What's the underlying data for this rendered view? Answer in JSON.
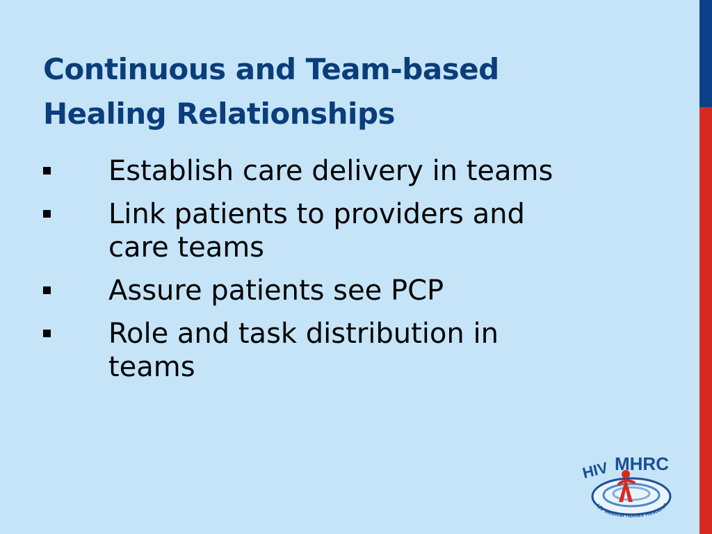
{
  "colors": {
    "background": "#c5e4f8",
    "title": "#0a3d7a",
    "accent_blue": "#0b3f87",
    "accent_red": "#d62a20",
    "bullet_text": "#000000"
  },
  "slide": {
    "title_line1": "Continuous and Team-based",
    "title_line2": "Healing Relationships",
    "bullets": [
      {
        "icon": "square-bullet-icon",
        "text": "Establish care delivery in teams"
      },
      {
        "icon": "square-bullet-icon",
        "text": "Link patients to providers and care teams"
      },
      {
        "icon": "square-bullet-icon",
        "text": "Assure patients see PCP"
      },
      {
        "icon": "square-bullet-icon",
        "text": "Role and task distribution in teams"
      }
    ]
  },
  "logo": {
    "icon": "hivmhrc-logo-icon",
    "prefix": "HIV",
    "acronym": "MHRC",
    "ring_text": "HIV Medical Homes Resource Center"
  }
}
